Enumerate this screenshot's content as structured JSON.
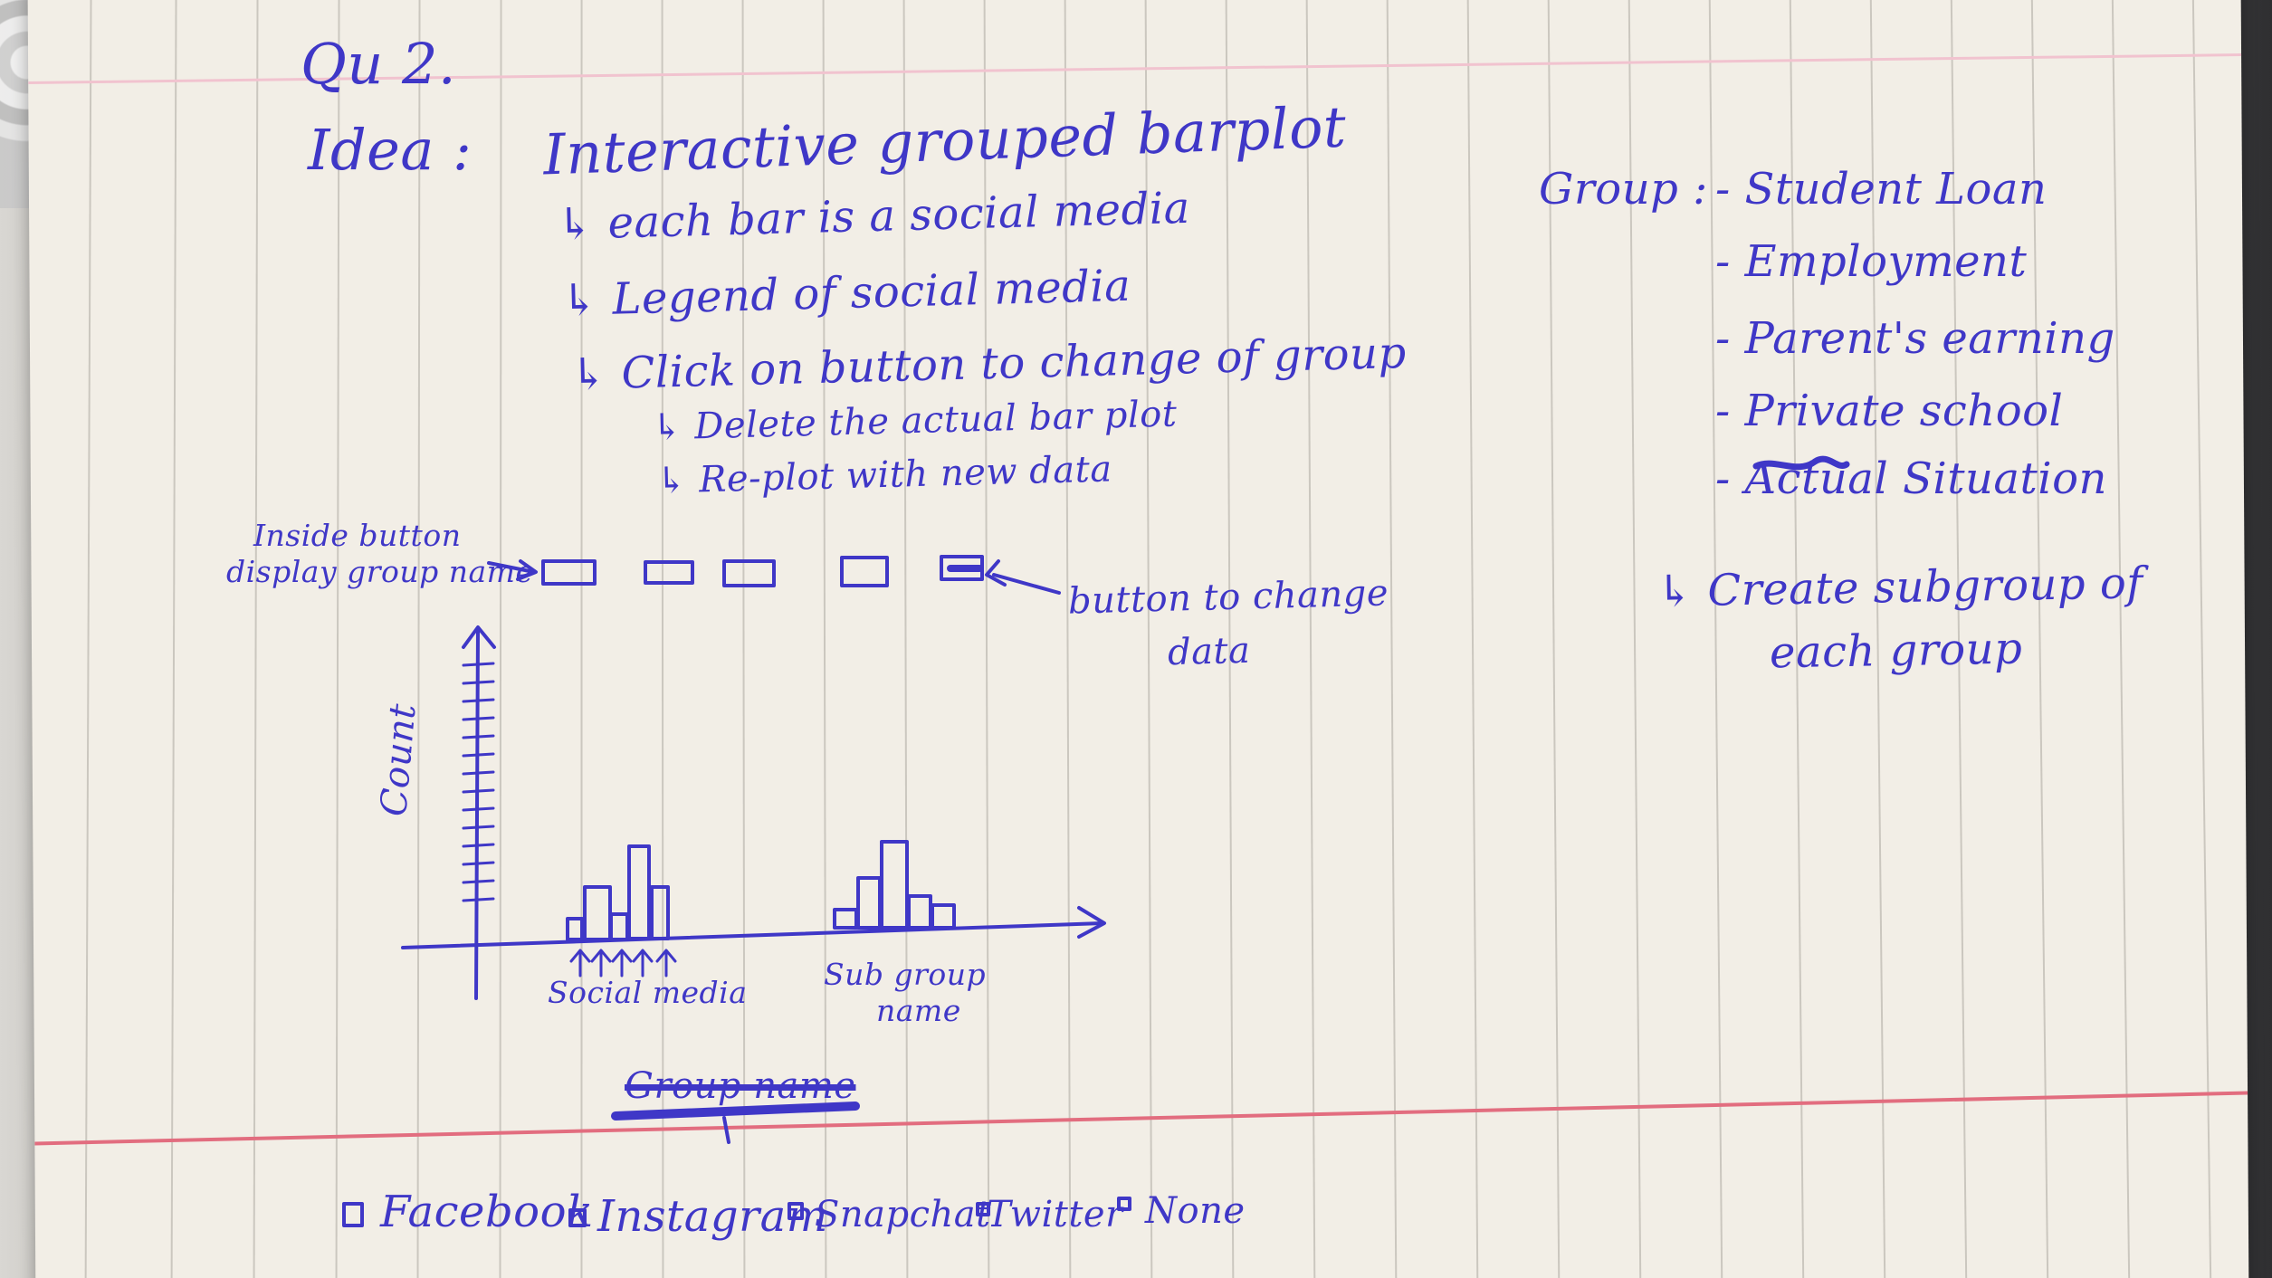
{
  "note": {
    "title": "Qu 2.",
    "idea_label": "Idea :",
    "idea_text": "Interactive grouped barplot",
    "points": [
      "↳ each bar is a social media",
      "↳ Legend of social media",
      "↳ Click on button to change of group"
    ],
    "subpoints": [
      "↳ Delete the actual bar plot",
      "↳ Re-plot with new data"
    ],
    "button_note_line1": "Inside button",
    "button_note_line2": "display group name",
    "button_change_line1": "button to change",
    "button_change_line2": "data",
    "group_label": "Group :",
    "groups": [
      "- Student Loan",
      "- Employment",
      "- Parent's earning",
      "- Private school",
      "- Actual Situation"
    ],
    "subgroup_line1": "↳ Create subgroup of",
    "subgroup_line2": "each group",
    "axis_label": "Count",
    "label_social_media": "Social media",
    "label_sub_group_line1": "Sub group",
    "label_sub_group_line2": "name",
    "crossed_text": "Group name",
    "legend_items": [
      "Facebook",
      "Instagram",
      "Snapchat",
      "Twitter",
      "None"
    ]
  },
  "colors": {
    "ink": "#3f37c7",
    "paper": "#f2eee6",
    "rule_lines": "#c9c5bd",
    "red_margin": "#e26d7f",
    "background": "#3a3a3c"
  }
}
